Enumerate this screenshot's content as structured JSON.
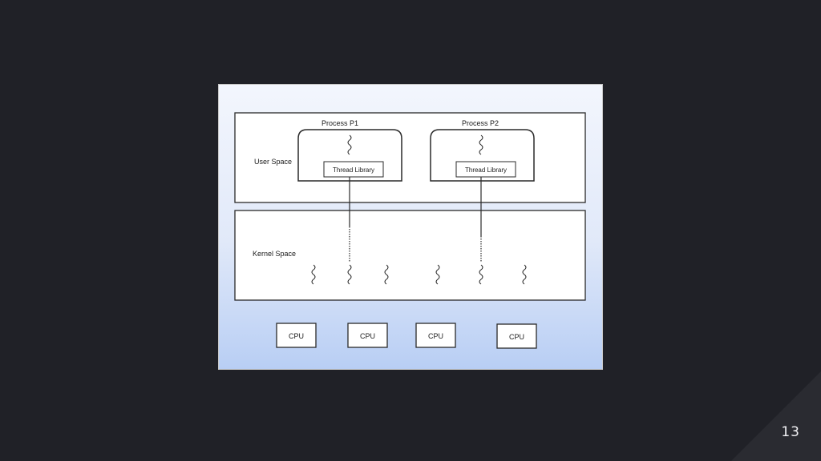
{
  "slide": {
    "number": "13"
  },
  "diagram": {
    "user_space_label": "User Space",
    "kernel_space_label": "Kernel Space",
    "processes": [
      {
        "title": "Process P1",
        "library_label": "Thread Library"
      },
      {
        "title": "Process P2",
        "library_label": "Thread Library"
      }
    ],
    "cpus": [
      {
        "label": "CPU"
      },
      {
        "label": "CPU"
      },
      {
        "label": "CPU"
      },
      {
        "label": "CPU"
      }
    ],
    "colors": {
      "slide_background": "#202127",
      "figure_gradient_top": "#f3f6fd",
      "figure_gradient_bottom": "#b8cef4",
      "box_fill": "#ffffff",
      "stroke": "#2a2a2a"
    }
  }
}
